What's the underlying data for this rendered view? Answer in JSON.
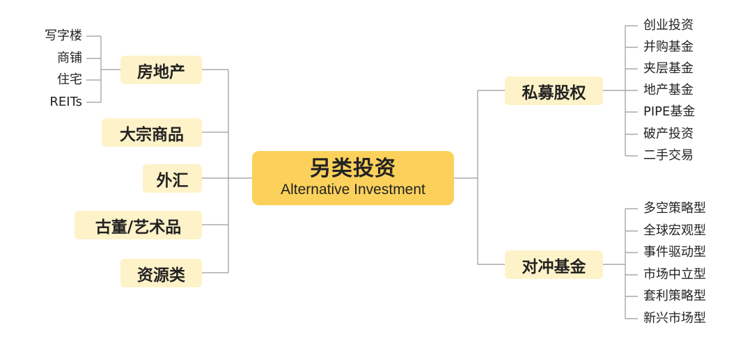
{
  "center": {
    "title": "另类投资",
    "subtitle": "Alternative Investment"
  },
  "left": {
    "branches": [
      {
        "label": "房地产",
        "children": [
          "写字楼",
          "商铺",
          "住宅",
          "REITs"
        ]
      },
      {
        "label": "大宗商品",
        "children": []
      },
      {
        "label": "外汇",
        "children": []
      },
      {
        "label": "古董/艺术品",
        "children": []
      },
      {
        "label": "资源类",
        "children": []
      }
    ]
  },
  "right": {
    "branches": [
      {
        "label": "私募股权",
        "children": [
          "创业投资",
          "并购基金",
          "夹层基金",
          "地产基金",
          "PIPE基金",
          "破产投资",
          "二手交易"
        ]
      },
      {
        "label": "对冲基金",
        "children": [
          "多空策略型",
          "全球宏观型",
          "事件驱动型",
          "市场中立型",
          "套利策略型",
          "新兴市场型"
        ]
      }
    ]
  },
  "colors": {
    "center_fill": "#fcd15b",
    "box_fill": "#fef2c9",
    "line": "#999999",
    "text": "#222222"
  }
}
